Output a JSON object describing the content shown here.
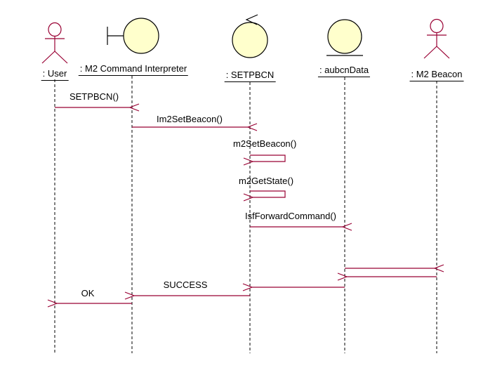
{
  "diagram": {
    "kind": "uml-sequence-diagram",
    "colors": {
      "message_line": "#990033",
      "actor_line": "#990033",
      "head_fill": "#FFFFCC",
      "head_stroke": "#000000",
      "lifeline": "#000000",
      "label_text": "#000000",
      "background": "#FFFFFF"
    },
    "participants": [
      {
        "label": ": User",
        "kind": "actor"
      },
      {
        "label": ": M2 Command Interpreter",
        "kind": "boundary"
      },
      {
        "label": ": SETPBCN",
        "kind": "control"
      },
      {
        "label": ": aubcnData",
        "kind": "entity"
      },
      {
        "label": ": M2 Beacon",
        "kind": "actor"
      }
    ],
    "messages": [
      {
        "label": "SETPBCN()",
        "from": ": User",
        "to": ": M2 Command Interpreter",
        "self": false
      },
      {
        "label": "Im2SetBeacon()",
        "from": ": M2 Command Interpreter",
        "to": ": SETPBCN",
        "self": false
      },
      {
        "label": "m2SetBeacon()",
        "from": ": SETPBCN",
        "to": ": SETPBCN",
        "self": true
      },
      {
        "label": "m2GetState()",
        "from": ": SETPBCN",
        "to": ": SETPBCN",
        "self": true
      },
      {
        "label": "IsfForwardCommand()",
        "from": ": SETPBCN",
        "to": ": aubcnData",
        "self": false
      },
      {
        "label": "",
        "from": ": aubcnData",
        "to": ": M2 Beacon",
        "self": false
      },
      {
        "label": "",
        "from": ": M2 Beacon",
        "to": ": aubcnData",
        "self": false
      },
      {
        "label": "",
        "from": ": aubcnData",
        "to": ": SETPBCN",
        "self": false
      },
      {
        "label": "SUCCESS",
        "from": ": SETPBCN",
        "to": ": M2 Command Interpreter",
        "self": false
      },
      {
        "label": "OK",
        "from": ": M2 Command Interpreter",
        "to": ": User",
        "self": false
      }
    ]
  }
}
